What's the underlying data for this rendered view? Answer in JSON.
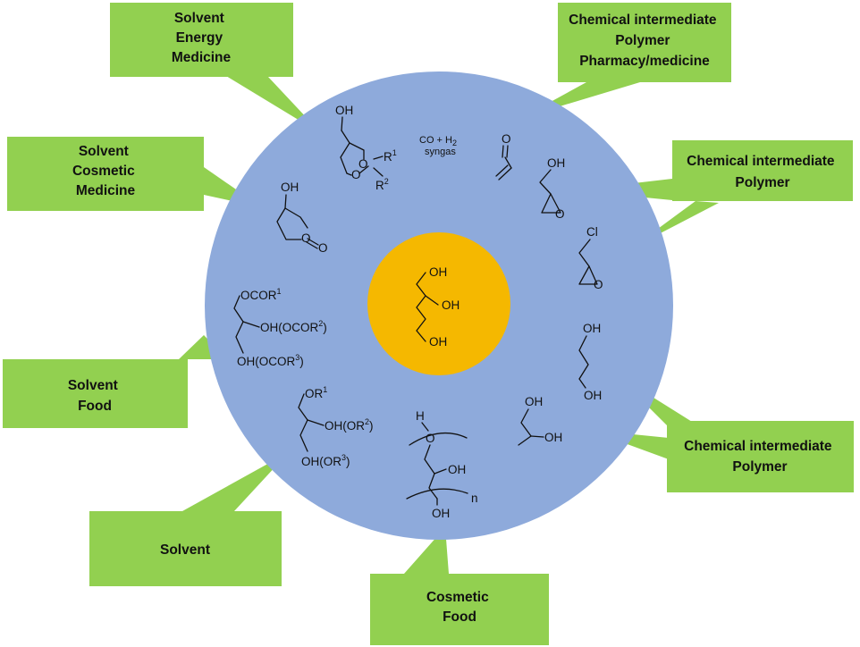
{
  "center": {
    "fill": "#f5b800",
    "labels": [
      "OH",
      "OH",
      "OH"
    ]
  },
  "ring": {
    "fill": "#8eaadb"
  },
  "callout_fill": "#92d050",
  "callouts": [
    {
      "id": "ketal",
      "lines": [
        "Solvent",
        "Energy",
        "Medicine"
      ]
    },
    {
      "id": "acrolein",
      "lines": [
        "Chemical intermediate",
        "Polymer",
        "Pharmacy/medicine"
      ]
    },
    {
      "id": "carbonate",
      "lines": [
        "Solvent",
        "Cosmetic",
        "Medicine"
      ]
    },
    {
      "id": "epoxides",
      "lines": [
        "Chemical intermediate",
        "Polymer"
      ]
    },
    {
      "id": "esters",
      "lines": [
        "Solvent",
        "Food"
      ]
    },
    {
      "id": "diols",
      "lines": [
        "Chemical intermediate",
        "Polymer"
      ]
    },
    {
      "id": "ethers",
      "lines": [
        "Solvent"
      ]
    },
    {
      "id": "polyglycerol",
      "lines": [
        "Cosmetic",
        "Food"
      ]
    }
  ],
  "molecules": {
    "syngas": {
      "line1": "CO + H",
      "sub": "2",
      "line2": "syngas"
    },
    "ketal": {
      "oh": "OH",
      "r1": "R",
      "r1_sup": "1",
      "r2": "R",
      "r2_sup": "2"
    },
    "acrolein": {
      "o": "O"
    },
    "glycidol": {
      "oh": "OH"
    },
    "epichlorohydrin": {
      "cl": "Cl",
      "o": "O"
    },
    "carbonate": {
      "oh": "OH",
      "o": "O"
    },
    "esters": {
      "l1": "OCOR",
      "l1_sup": "1",
      "l2a": "OH(OCOR",
      "l2_sup": "2",
      "l2b": ")",
      "l3a": "OH(OCOR",
      "l3_sup": "3",
      "l3b": ")"
    },
    "ethers": {
      "l1": "OR",
      "l1_sup": "1",
      "l2a": "OH(OR",
      "l2_sup": "2",
      "l2b": ")",
      "l3a": "OH(OR",
      "l3_sup": "3",
      "l3b": ")"
    },
    "propanediol13": {
      "oh1": "OH",
      "oh2": "OH"
    },
    "propanediol12": {
      "oh1": "OH",
      "oh2": "OH"
    },
    "polyglycerol": {
      "h": "H",
      "o": "O",
      "oh1": "OH",
      "oh2": "OH",
      "n": "n"
    }
  }
}
